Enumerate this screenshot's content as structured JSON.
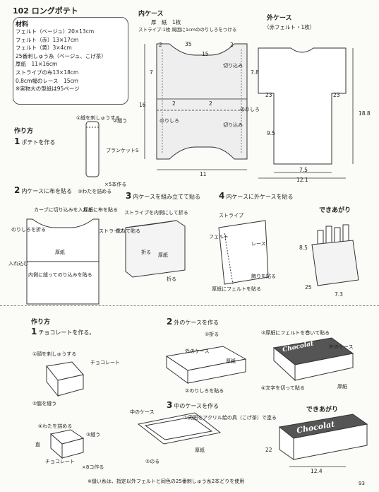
{
  "title": "102 ロングポテト",
  "materials": {
    "heading": "材料",
    "items": [
      "フェルト（ベージュ）20×13cm",
      "フェルト（赤）13×17cm",
      "フェルト（黄）3×4cm",
      "25番刺しゅう糸（ベージュ、こげ茶）",
      "厚紙　11×16cm",
      "ストライプの布13×18cm",
      "0.8cm幅のレース　15cm",
      "※実物大の型紙は95ページ"
    ]
  },
  "inner_case": {
    "title": "内ケース",
    "note1": "厚　紙　1枚",
    "note2": "ストライプ:1枚 周囲に1cmののりしろをつける",
    "dims": {
      "d2a": "2",
      "d35": "35",
      "d15": "15",
      "d2b": "2",
      "d7": "7",
      "d16": "16",
      "d2c": "2",
      "d2d": "2",
      "d11": "11"
    },
    "labels": {
      "cut": "切り込み",
      "cut2": "切り込み",
      "glue1": "のりしろ",
      "glue2": "のりしろ"
    }
  },
  "outer_case": {
    "title": "外ケース",
    "note": "（赤フェルト・1枚）",
    "dims": {
      "d78": "7.8",
      "d23a": "23",
      "d23b": "23",
      "d95": "9.5",
      "d188": "18.8",
      "d75": "7.5",
      "d121": "12.1"
    }
  },
  "how_to_top": {
    "heading": "作り方",
    "step1": {
      "num": "1",
      "text": "ポテトを作る"
    },
    "step1_notes": [
      "①縫を刺しゅうする",
      "②縫う",
      "ブランケットS",
      "③わたを詰める",
      "×5本作る"
    ],
    "step2": {
      "num": "2",
      "text": "内ケースに布を貼る"
    },
    "step2_notes": [
      "カーブに切り込みを入れる",
      "厚紙に布を貼る",
      "のりしろを折る",
      "ストライプ",
      "厚紙",
      "入れ込む",
      "内側に縫ってのり込みを貼る"
    ],
    "step3": {
      "num": "3",
      "text": "内ケースを組み立てて貼る"
    },
    "step3_notes": [
      "ストライプを内側にして折る",
      "重ねて貼る",
      "折る",
      "厚紙",
      "折る"
    ],
    "step4": {
      "num": "4",
      "text": "内ケースに外ケースを貼る"
    },
    "step4_notes": [
      "ストライプ",
      "フェルト",
      "レース",
      "飾りを貼る",
      "厚紙にフェルトを貼る"
    ],
    "done": {
      "label": "できあがり",
      "d85": "8.5",
      "d25": "25",
      "d73": "7.3"
    }
  },
  "how_to_bottom": {
    "heading": "作り方",
    "step1": {
      "num": "1",
      "text": "チョコレートを作る。"
    },
    "step1_notes": [
      "①顔を刺しゅうする",
      "チョコレート",
      "②脇を縫う",
      "④わたを詰める",
      "③縫う",
      "直",
      "チョコレート",
      "×8コ作る"
    ],
    "step2": {
      "num": "2",
      "text": "外のケースを作る"
    },
    "step2_notes": [
      "①折る",
      "③厚紙にフェルトを巻いて貼る",
      "外のケース",
      "厚紙",
      "外のケース",
      "②のりしろを貼る",
      "④文字を切って貼る",
      "厚紙"
    ],
    "step3": {
      "num": "3",
      "text": "中のケースを作る"
    },
    "step3_notes": [
      "中のケース",
      "①周囲をアクリル絵の具（こげ茶）で塗る",
      "厚紙",
      "②のる"
    ],
    "done": {
      "label": "できあがり",
      "d22": "22",
      "d124": "12.4"
    },
    "choco_word": "Chocolat"
  },
  "footnote": "※縫い糸は、指定以外フェルトと同色の25番刺しゅう糸2本どりを使用",
  "page_number": "93"
}
